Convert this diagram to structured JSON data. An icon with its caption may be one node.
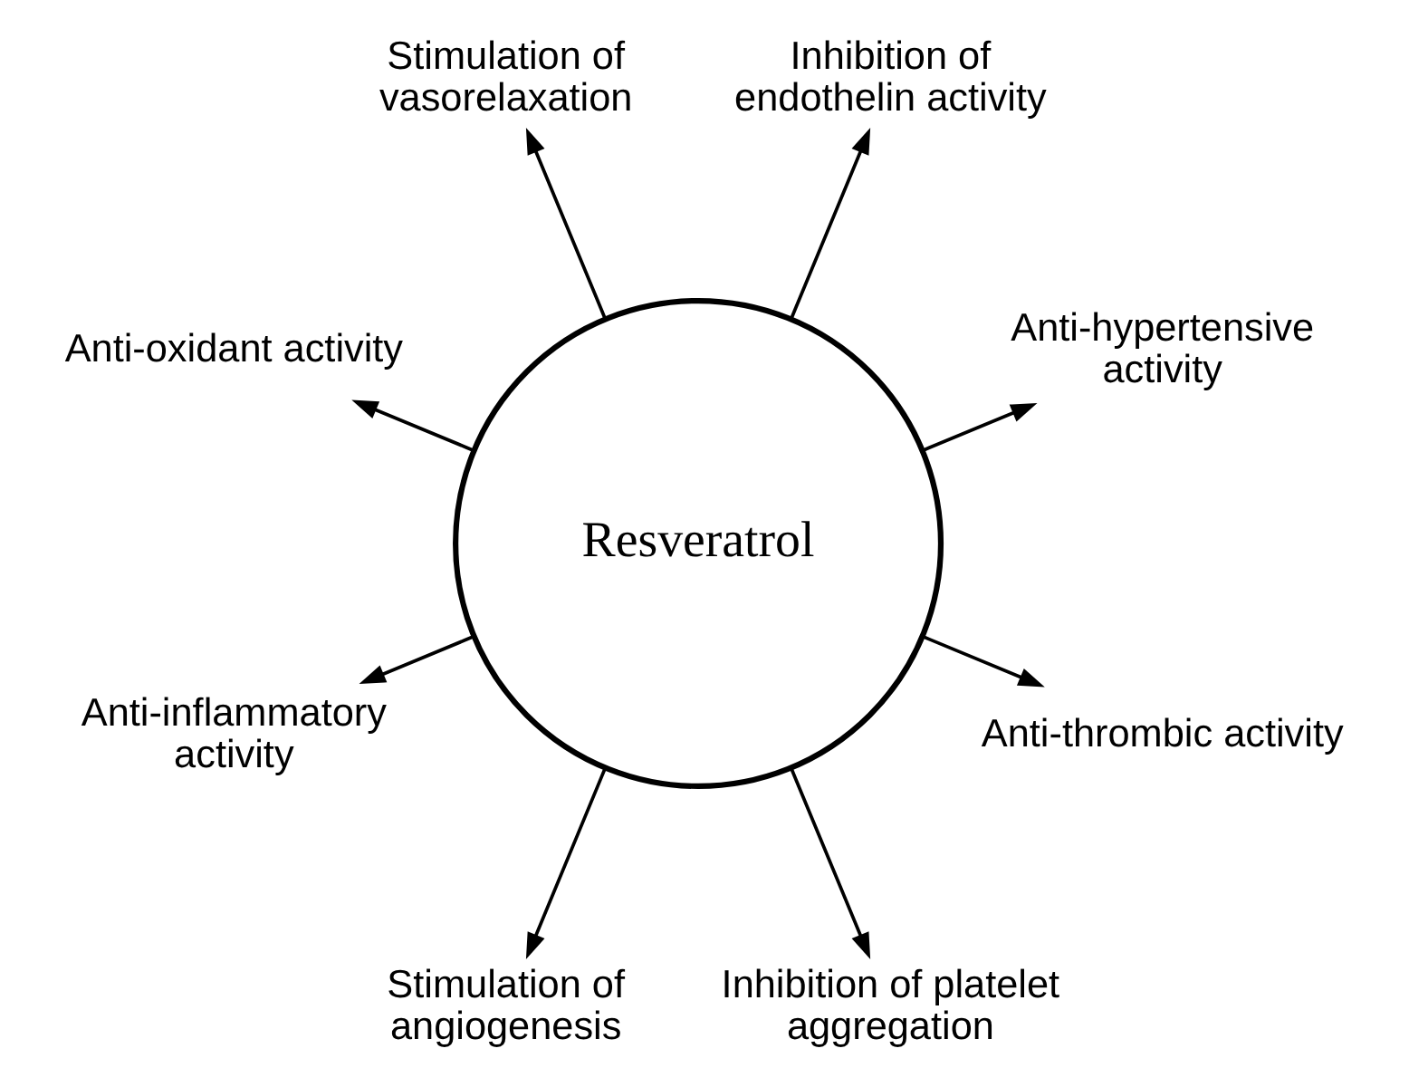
{
  "diagram": {
    "nodes": [
      {
        "text": [
          "Resveratrol"
        ]
      },
      {
        "text": [
          "Anti-hypertensive activity"
        ]
      },
      {
        "text": [
          "Inhibition of endothelin activity"
        ]
      },
      {
        "text": [
          "Stimulation of vasorelaxation"
        ]
      },
      {
        "text": [
          "Anti-oxidant activity"
        ]
      },
      {
        "text": [
          "Anti-inflammatory activity"
        ]
      },
      {
        "text": [
          "Stimulation of angiogenesis"
        ]
      },
      {
        "text": [
          "Inhibition of platelet aggregation"
        ]
      },
      {
        "text": [
          "Anti-thrombic activity"
        ]
      }
    ],
    "edges": [
      {
        "from": 0,
        "to": 1,
        "arrow": "to"
      },
      {
        "from": 0,
        "to": 3,
        "arrow": "to"
      },
      {
        "from": 0,
        "to": 5,
        "arrow": "to"
      },
      {
        "from": 0,
        "to": 7,
        "arrow": "to"
      },
      {
        "from": 0,
        "to": 8,
        "arrow": "to"
      },
      {
        "from": 0,
        "to": 6,
        "arrow": "to"
      },
      {
        "from": 0,
        "to": 4,
        "arrow": "to"
      },
      {
        "from": 0,
        "to": 2,
        "arrow": "to"
      }
    ]
  }
}
